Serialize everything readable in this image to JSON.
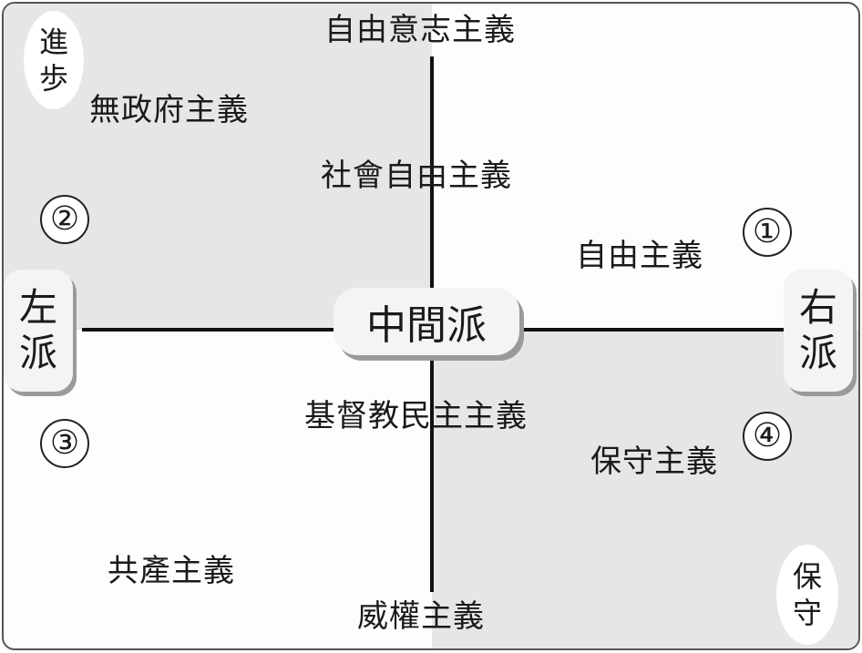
{
  "center": "中間派",
  "left_label": [
    "左",
    "派"
  ],
  "right_label": [
    "右",
    "派"
  ],
  "progressive_label": [
    "進",
    "歩"
  ],
  "conservative_label": [
    "保",
    "守"
  ],
  "numbers": [
    "①",
    "②",
    "③",
    "④"
  ],
  "ideologies": {
    "libertarianism": "自由意志主義",
    "anarchism": "無政府主義",
    "social_liberalism": "社會自由主義",
    "liberalism": "自由主義",
    "christian_democracy": "基督教民主主義",
    "conservatism": "保守主義",
    "communism": "共產主義",
    "authoritarianism": "威權主義"
  }
}
